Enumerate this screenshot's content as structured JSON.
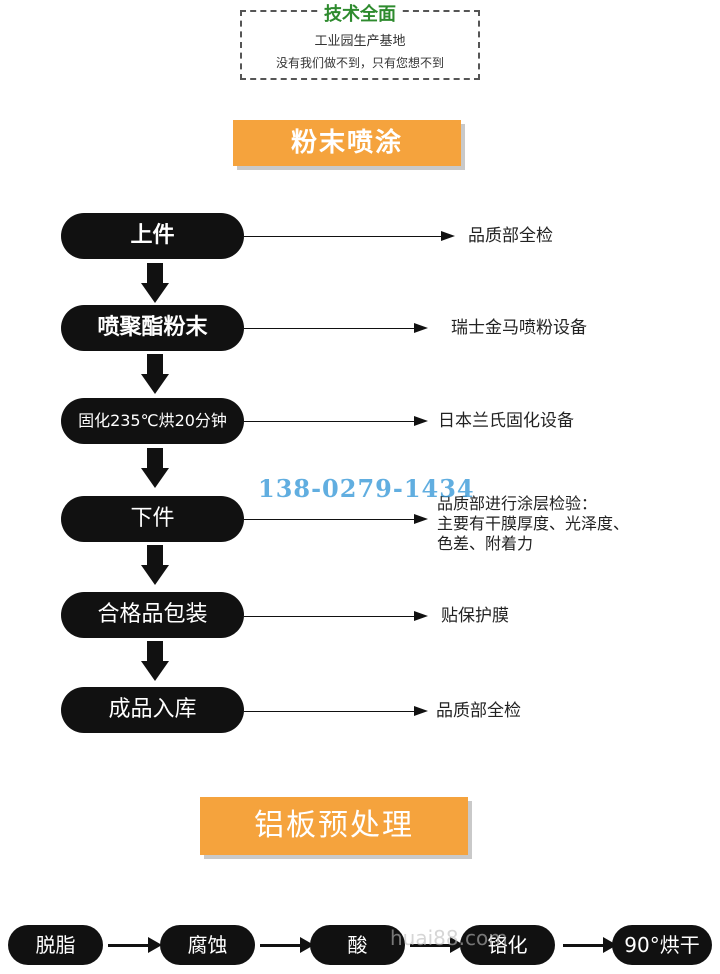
{
  "header": {
    "title": "技术全面",
    "subtitle": "工业园生产基地",
    "slogan": "没有我们做不到，只有您想不到"
  },
  "section1_title": "粉末喷涂",
  "steps": [
    {
      "label": "上件",
      "note": "品质部全检"
    },
    {
      "label": "喷聚酯粉末",
      "note": "瑞士金马喷粉设备"
    },
    {
      "label": "固化235℃烘20分钟",
      "note": "日本兰氏固化设备"
    },
    {
      "label": "下件",
      "note_lines": [
        "品质部进行涂层检验：",
        "主要有干膜厚度、光泽度、",
        "色差、附着力"
      ]
    },
    {
      "label": "合格品包装",
      "note": "贴保护膜"
    },
    {
      "label": "成品入库",
      "note": "品质部全检"
    }
  ],
  "watermark_phone": "138-0279-1434",
  "section2_title": "铝板预处理",
  "pretreatment": [
    "脱脂",
    "腐蚀",
    "酸",
    "铬化",
    "90°烘干"
  ],
  "watermark_text": "huai88.com",
  "colors": {
    "accent": "#f5a33d",
    "pill": "#111111",
    "title_green": "#2e8b2e"
  }
}
